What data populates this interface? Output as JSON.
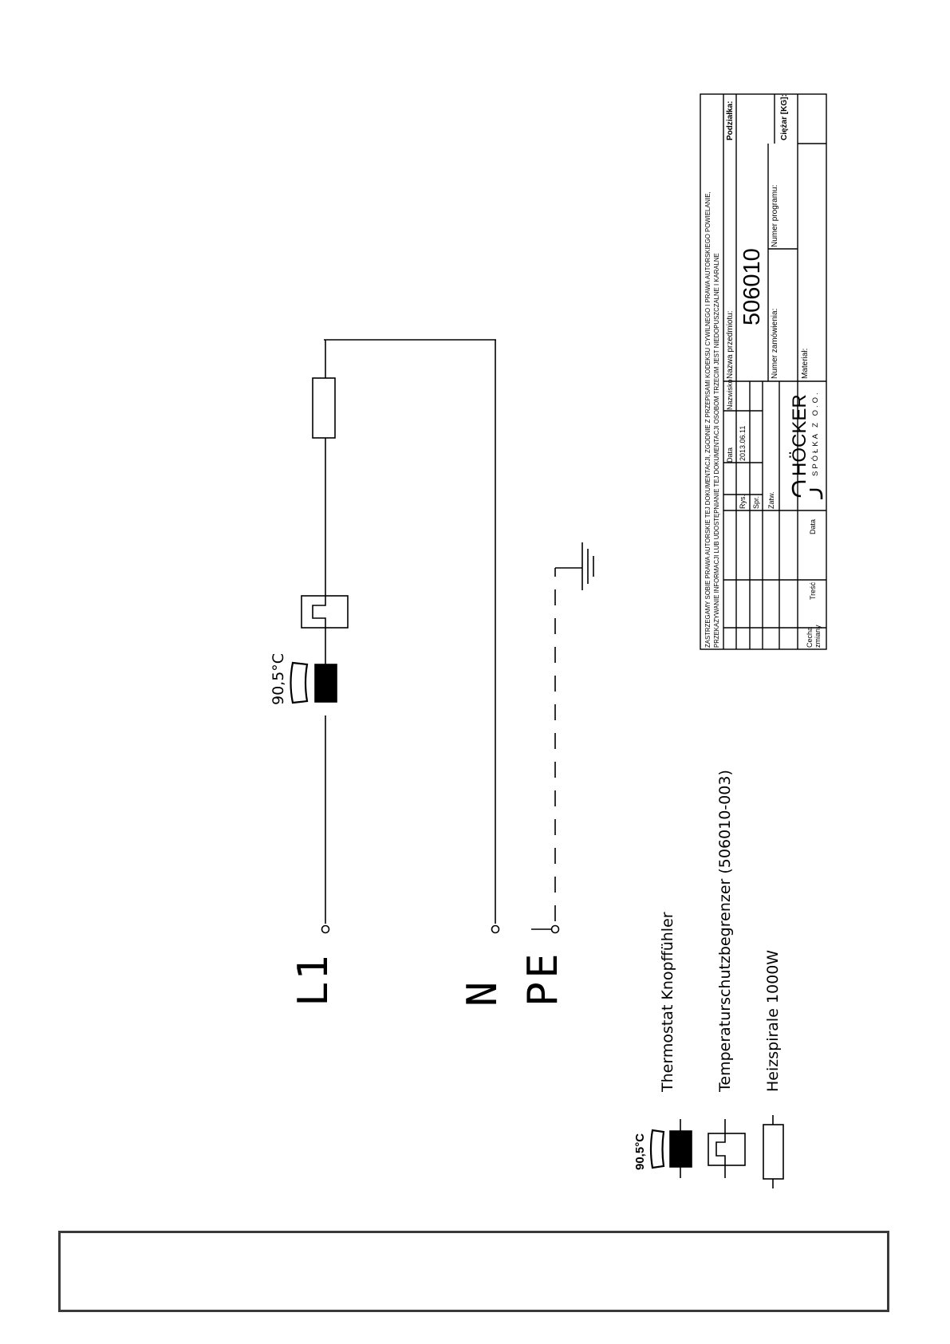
{
  "diagram": {
    "terminals": {
      "l1": "L1",
      "n": "N",
      "pe": "PE"
    },
    "thermostat_temp": "90,5°C",
    "legend": {
      "thermostat": "Thermostat Knopffühler",
      "limiter": "Temperaturschutzbegrenzer (506010-003)",
      "heater": "Heizspirale 1000W",
      "thermostat_temp": "90,5°C"
    }
  },
  "title_block": {
    "copyright_line1": "ZASTRZEGAMY SOBIE PRAWA AUTORSKIE TEJ DOKUMENTACJI, ZGODNIE Z PRZEPISAMI KODEKSU CYWILNEGO I PRAWA AUTORSKIEGO POWIELANIE,",
    "copyright_line2": "PRZEKAZYWANIE INFORMACJI LUB UDOSTĘPNIANIE TEJ DOKUMENTACJI OSOBOM TRZECIM JEST NIEDOPUSZCZALNE I KARALNE",
    "col_data": "Data",
    "col_nazwisko": "Nazwisko",
    "row_rys": "Rys.",
    "row_spr": "Spr.",
    "row_zatw": "Zatw.",
    "rys_date": "2013.06.11",
    "nazwa_label": "Nazwa przedmiotu:",
    "part_number": "506010",
    "numer_zamowienia_label": "Numer zamówienia:",
    "numer_programu_label": "Numer programu:",
    "material_label": "Materiał:",
    "podzialka_label": "Podziałka:",
    "ciezar_label": "Ciężar [KG]:",
    "cecha_label_1": "Cecha",
    "cecha_label_2": "zmiany",
    "tresc_label": "Treść",
    "data_label": "Data",
    "company_name": "HÖCKER",
    "company_sub": "SPÓŁKA Z O.O."
  }
}
